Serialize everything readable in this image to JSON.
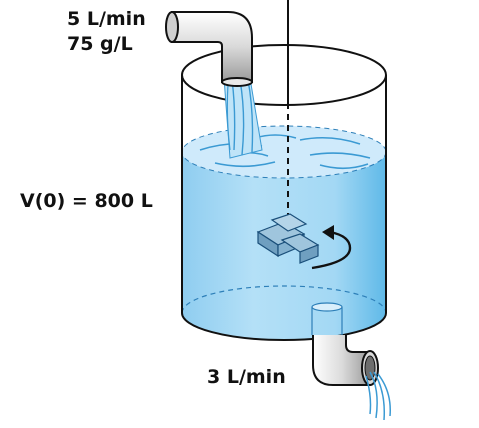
{
  "inflow": {
    "rate": "5 L/min",
    "concentration": "75 g/L"
  },
  "initial_volume": "V(0) = 800 L",
  "outflow": {
    "rate": "3 L/min"
  },
  "colors": {
    "water": "#a9d9f4",
    "water_light": "#cfeafb",
    "water_deep": "#6bbfe9",
    "stroke": "#111111",
    "pipe": "#e6e6e6"
  }
}
